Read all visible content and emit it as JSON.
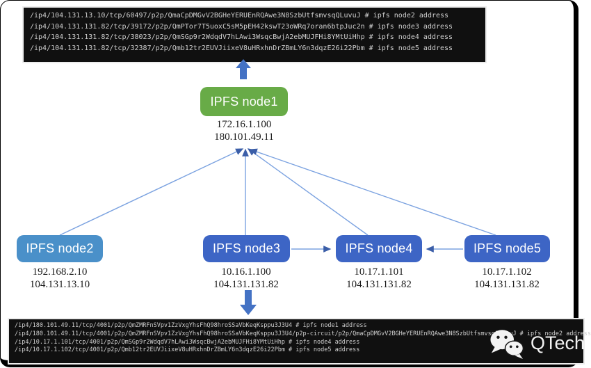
{
  "top_terminal": {
    "lines": [
      "/ip4/104.131.13.10/tcp/60497/p2p/QmaCpDMGvV2BGHeYERUEnRQAwe3N8SzbUtfsmvsqQLuvuJ # ipfs node2 address",
      "/ip4/104.131.131.82/tcp/39172/p2p/QmPTor7T5uoxC5sM5pEH42kswT23oWRq7oran6btpJuc2n # ipfs node3 address",
      "/ip4/104.131.131.82/tcp/38023/p2p/QmSGp9r2WdqdV7hLAwi3WsqcBwjA2ebMUJFHi8YMtUiHhp # ipfs node4 address",
      "/ip4/104.131.131.82/tcp/32387/p2p/Qmb12tr2EUVJiixeV8uHRxhnDrZBmLY6n3dqzE26i22Pbm # ipfs node5 address"
    ]
  },
  "bottom_terminal": {
    "lines": [
      "/ip4/180.101.49.11/tcp/4001/p2p/QmZMRFnSVpv1ZzVxgYhsFhQ98hroSSaVbKeqKsppu3J3U4 # ipfs node1 address",
      "/ip4/180.101.49.11/tcp/4001/p2p/QmZMRFnSVpv1ZzVxgYhsFhQ98hroSSaVbKeqKsppu3J3U4/p2p-circuit/p2p/QmaCpDMGvV2BGHeYERUEnRQAwe3N8SzbUtfsmvsqQLuvuJ # ipfs node2 address",
      "/ip4/10.17.1.101/tcp/4001/p2p/QmSGp9r2WdqdV7hLAwi3WsqcBwjA2ebMUJFHi8YMtUiHhp # ipfs node4 address",
      "/ip4/10.17.1.102/tcp/4001/p2p/Qmb12tr2EUVJiixeV8uHRxhnDrZBmLY6n3dqzE26i22Pbm # ipfs node5 address"
    ]
  },
  "nodes": {
    "node1": {
      "label": "IPFS node1",
      "ips": [
        "172.16.1.100",
        "180.101.49.11"
      ],
      "color": "#68ab47"
    },
    "node2": {
      "label": "IPFS node2",
      "ips": [
        "192.168.2.10",
        "104.131.13.10"
      ],
      "color": "#4a90c9"
    },
    "node3": {
      "label": "IPFS node3",
      "ips": [
        "10.16.1.100",
        "104.131.131.82"
      ],
      "color": "#3d65c5"
    },
    "node4": {
      "label": "IPFS node4",
      "ips": [
        "10.17.1.101",
        "104.131.131.82"
      ],
      "color": "#3d65c5"
    },
    "node5": {
      "label": "IPFS node5",
      "ips": [
        "10.17.1.102",
        "104.131.131.82"
      ],
      "color": "#3d65c5"
    }
  },
  "connections": [
    "node1 -> top terminal (big up arrow)",
    "node2 -> node1",
    "node3 -> node1",
    "node4 -> node1",
    "node5 -> node1",
    "node3 -> node4",
    "node5 -> node4",
    "node3 -> bottom terminal (big down arrow)"
  ],
  "logo": {
    "text": "QTech",
    "icon": "wechat-icon"
  },
  "colors": {
    "big_arrow": "#4472c4",
    "connector_line": "#7ba2e0",
    "arrowhead": "#3b5ea8",
    "terminal_bg": "#101010",
    "terminal_text": "#cfcfcf",
    "node1_green": "#68ab47",
    "node2_blue": "#4a90c9",
    "node_dark_blue": "#3d65c5"
  }
}
